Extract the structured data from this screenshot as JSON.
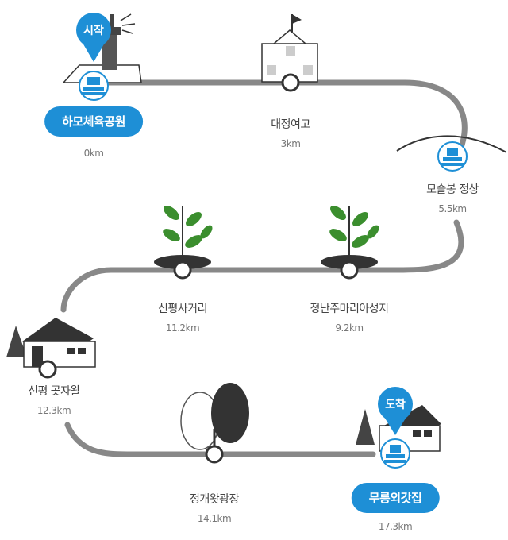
{
  "start_pin": "시작",
  "end_pin": "도착",
  "stops": [
    {
      "name": "하모체육공원",
      "distance": "0km"
    },
    {
      "name": "대정여고",
      "distance": "3km"
    },
    {
      "name": "모슬봉 정상",
      "distance": "5.5km"
    },
    {
      "name": "정난주마리아성지",
      "distance": "9.2km"
    },
    {
      "name": "신평사거리",
      "distance": "11.2km"
    },
    {
      "name": "신평 곶자왈",
      "distance": "12.3km"
    },
    {
      "name": "정개왓광장",
      "distance": "14.1km"
    },
    {
      "name": "무릉외갓집",
      "distance": "17.3km"
    }
  ],
  "colors": {
    "accent": "#1e8fd6",
    "route": "#888888"
  }
}
